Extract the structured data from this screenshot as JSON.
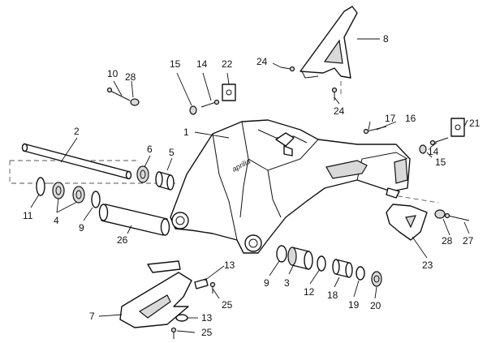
{
  "brand_logo": "aprilia",
  "callouts": {
    "c1": "1",
    "c2": "2",
    "c3": "3",
    "c4": "4",
    "c5": "5",
    "c6": "6",
    "c7": "7",
    "c8": "8",
    "c9a": "9",
    "c9b": "9",
    "c10": "10",
    "c11": "11",
    "c12": "12",
    "c13a": "13",
    "c13b": "13",
    "c14a": "14",
    "c14b": "14",
    "c15a": "15",
    "c15b": "15",
    "c16": "16",
    "c17": "17",
    "c18": "18",
    "c19": "19",
    "c20": "20",
    "c21": "21",
    "c22": "22",
    "c23": "23",
    "c24a": "24",
    "c24b": "24",
    "c25a": "25",
    "c25b": "25",
    "c26": "26",
    "c27": "27",
    "c28a": "28",
    "c28b": "28"
  },
  "colors": {
    "line": "#111111",
    "shade": "#d9d9d9",
    "background": "#ffffff"
  }
}
